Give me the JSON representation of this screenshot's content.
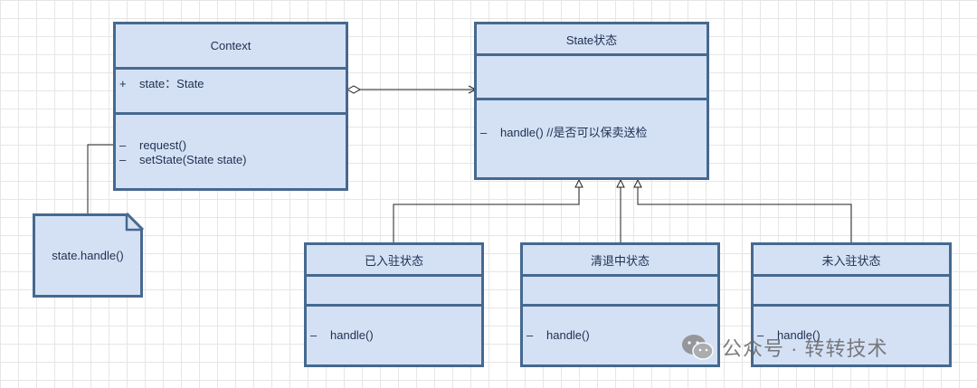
{
  "context": {
    "name": "Context",
    "attributes": [
      {
        "vis": "+",
        "text": "state：State"
      }
    ],
    "methods": [
      {
        "vis": "–",
        "text": "request()"
      },
      {
        "vis": "–",
        "text": "setState(State state)"
      }
    ]
  },
  "state": {
    "name": "State状态",
    "methods": [
      {
        "vis": "–",
        "text": "handle() //是否可以保卖送检"
      }
    ]
  },
  "settled": {
    "name": "已入驻状态",
    "method": {
      "vis": "–",
      "text": "handle()"
    }
  },
  "exiting": {
    "name": "清退中状态",
    "method": {
      "vis": "–",
      "text": "handle()"
    }
  },
  "unsettled": {
    "name": "未入驻状态",
    "method": {
      "vis": "–",
      "text": "handle()"
    }
  },
  "note": {
    "text": "state.handle()"
  },
  "watermark": {
    "text": "公众号 · 转转技术"
  },
  "colors": {
    "fill": "#d4e1f5",
    "border": "#46698f",
    "line": "#222222"
  }
}
